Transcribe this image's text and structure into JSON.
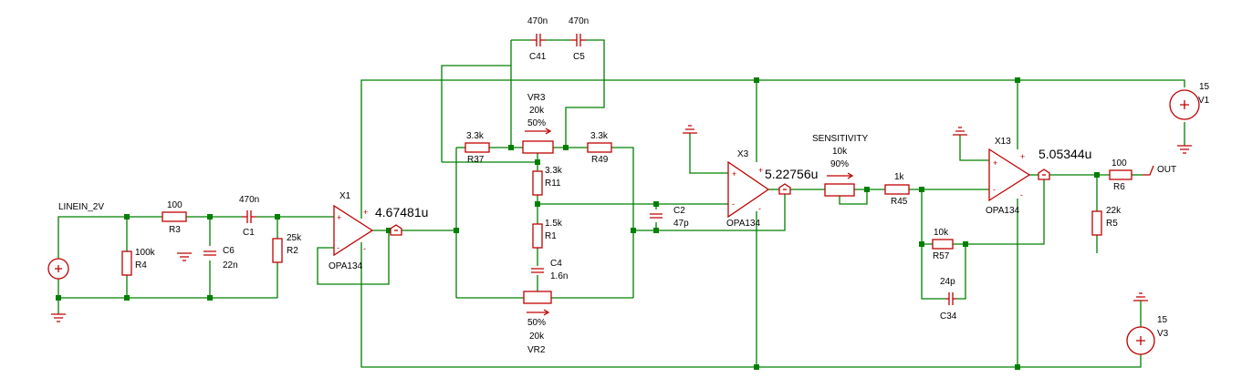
{
  "labels": {
    "linein": "LINEIN_2V",
    "out": "OUT",
    "r3_val": "100",
    "r3": "R3",
    "r4_val": "100k",
    "r4": "R4",
    "c6": "C6",
    "c6_val": "22n",
    "c1_val": "470n",
    "c1": "C1",
    "r2_val": "25k",
    "r2": "R2",
    "x1": "X1",
    "x1_part": "OPA134",
    "x1_out": "4.67481u",
    "c41_val": "470n",
    "c41": "C41",
    "c5_val": "470n",
    "c5": "C5",
    "vr3": "VR3",
    "vr3_val": "20k",
    "vr3_pct": "50%",
    "r37_val": "3.3k",
    "r37": "R37",
    "r49_val": "3.3k",
    "r49": "R49",
    "r11_val": "3.3k",
    "r11": "R11",
    "r1_val": "1.5k",
    "r1": "R1",
    "c4": "C4",
    "c4_val": "1.6n",
    "vr2_pct": "50%",
    "vr2_val": "20k",
    "vr2": "VR2",
    "c2": "C2",
    "c2_val": "47p",
    "x3": "X3",
    "x3_part": "OPA134",
    "x3_out": "5.22756u",
    "sens": "SENSITIVITY",
    "sens_val": "10k",
    "sens_pct": "90%",
    "r45_val": "1k",
    "r45": "R45",
    "r57_val": "10k",
    "r57": "R57",
    "c34_val": "24p",
    "c34": "C34",
    "x13": "X13",
    "x13_part": "OPA134",
    "x13_out": "5.05344u",
    "r6_val": "100",
    "r6": "R6",
    "r5_val": "22k",
    "r5": "R5",
    "v1_val": "15",
    "v1": "V1",
    "v3_val": "15",
    "v3": "V3"
  }
}
